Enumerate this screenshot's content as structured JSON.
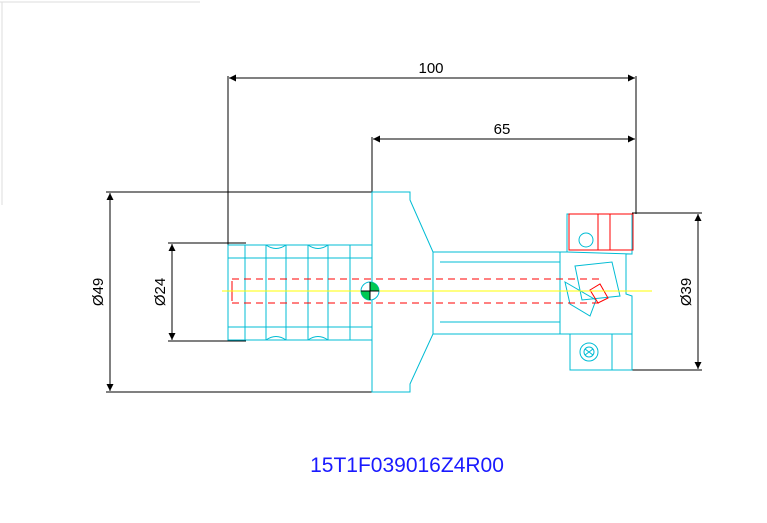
{
  "drawing": {
    "dimensions": {
      "overall_length": "100",
      "head_length": "65",
      "flange_diameter": "Ø49",
      "shank_diameter": "Ø24",
      "cutter_diameter": "Ø39"
    },
    "part_number": "15T1F039016Z4R00"
  },
  "colors": {
    "outline": "#00bcd4",
    "dimension": "#000000",
    "hidden": "#ff0000",
    "center": "#ffff00",
    "label": "#1a1aff"
  }
}
